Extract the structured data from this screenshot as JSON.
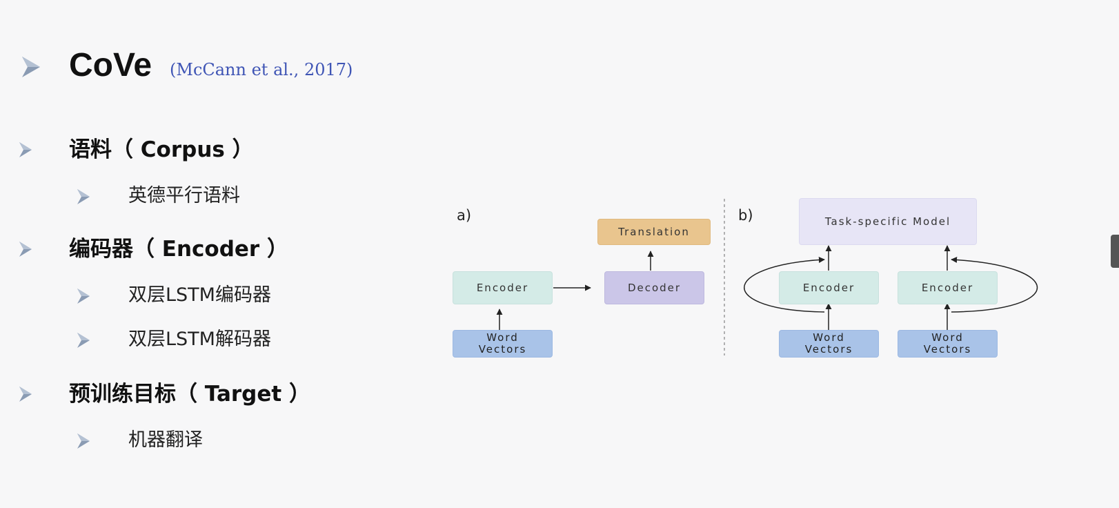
{
  "slide": {
    "title": "CoVe",
    "citation": "(McCann et al., 2017)",
    "sections": [
      {
        "label": "语料（  Corpus ）",
        "items": [
          "英德平行语料"
        ]
      },
      {
        "label": "编码器（ Encoder ）",
        "items": [
          "双层LSTM编码器",
          "双层LSTM解码器"
        ]
      },
      {
        "label": "预训练目标（ Target ）",
        "items": [
          "机器翻译"
        ]
      }
    ]
  },
  "diagram": {
    "panel_a": {
      "label": "a)",
      "word_vectors": "Word\nVectors",
      "encoder": "Encoder",
      "decoder": "Decoder",
      "translation": "Translation"
    },
    "panel_b": {
      "label": "b)",
      "task_model": "Task-specific Model",
      "encoder_left": "Encoder",
      "encoder_right": "Encoder",
      "word_vectors_left": "Word\nVectors",
      "word_vectors_right": "Word\nVectors"
    }
  },
  "colors": {
    "bullet": "#8a9bb3",
    "citation": "#3f55b5",
    "encoder": "#d4ebe7",
    "decoder": "#cbc6e8",
    "word_vectors": "#a9c3e8",
    "translation": "#e9c58e",
    "task_model": "#e7e5f6"
  }
}
